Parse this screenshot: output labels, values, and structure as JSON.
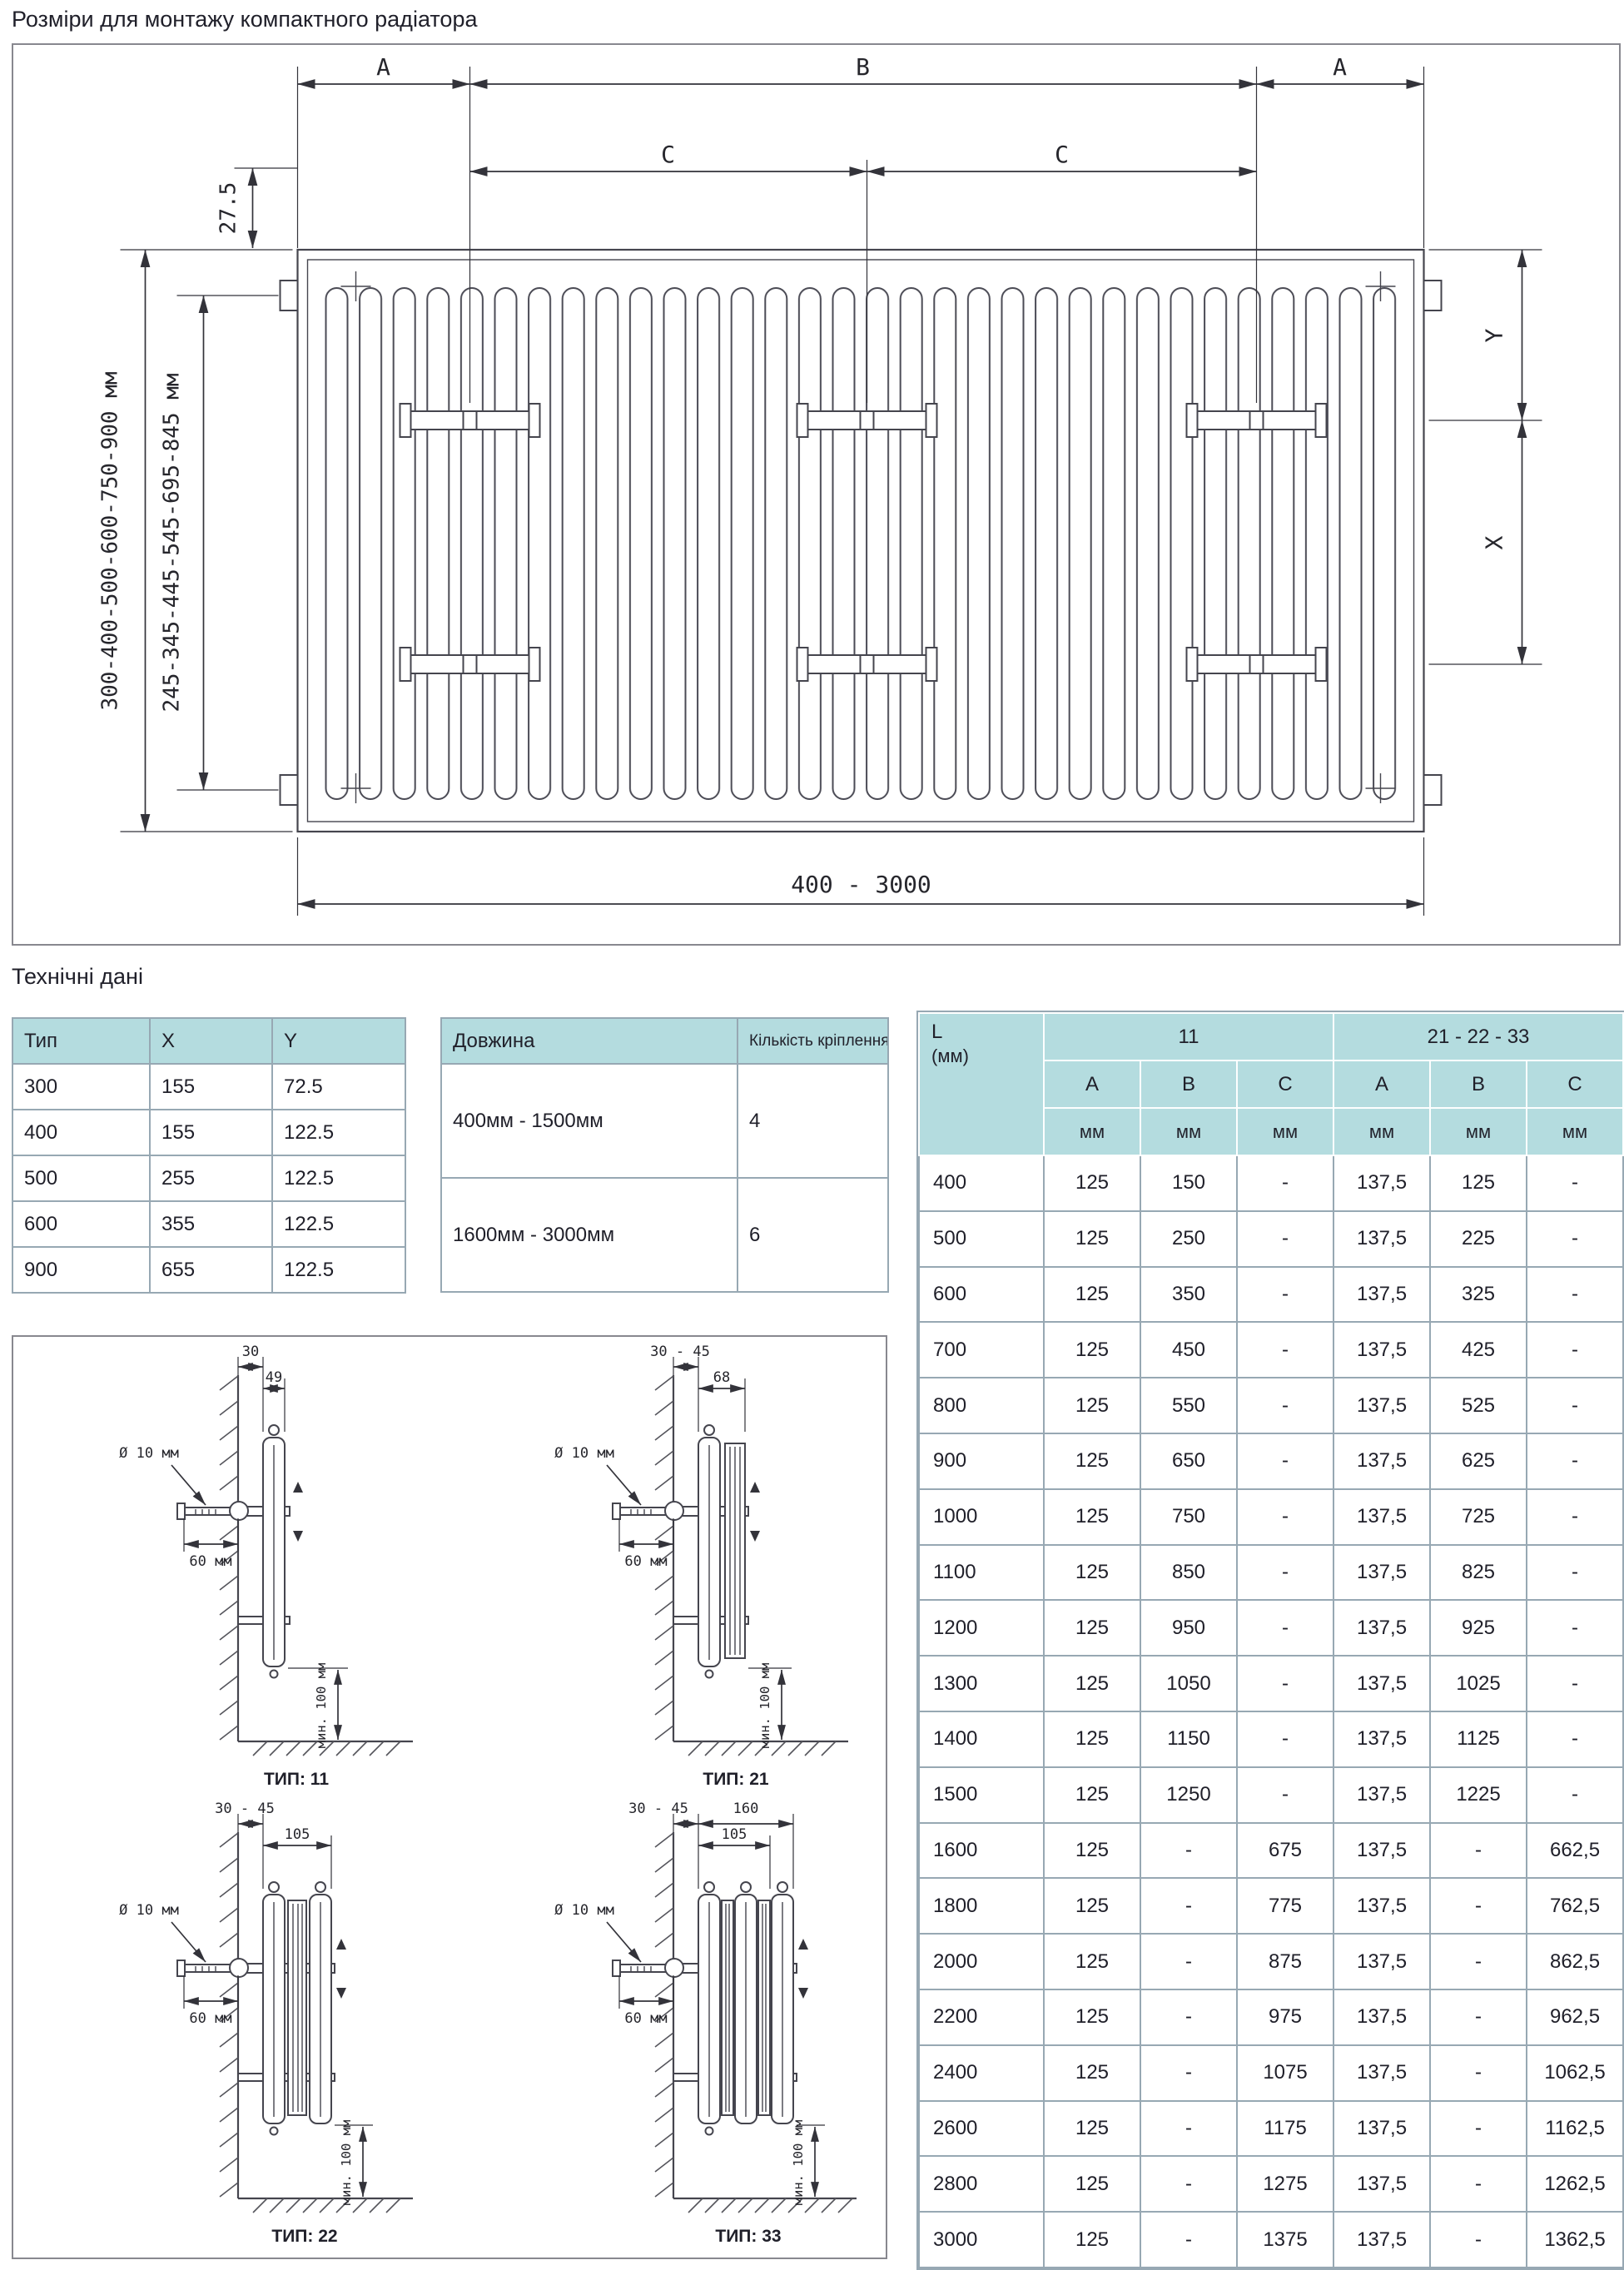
{
  "page": {
    "title": "Розміри для монтажу компактного радіатора",
    "tech_heading": "Технічні дані"
  },
  "drawing": {
    "dim_a_left": "A",
    "dim_b": "B",
    "dim_a_right": "A",
    "dim_c_left": "C",
    "dim_c_right": "C",
    "dim_offset": "27.5",
    "dim_heights_outer": "300-400-500-600-750-900 мм",
    "dim_heights_inner": "245-345-445-545-695-845 мм",
    "dim_y": "Y",
    "dim_x": "X",
    "dim_length_range": "400 - 3000"
  },
  "type_table": {
    "headers": [
      "Тип",
      "X",
      "Y"
    ],
    "rows": [
      [
        "300",
        "155",
        "72.5"
      ],
      [
        "400",
        "155",
        "122.5"
      ],
      [
        "500",
        "255",
        "122.5"
      ],
      [
        "600",
        "355",
        "122.5"
      ],
      [
        "900",
        "655",
        "122.5"
      ]
    ]
  },
  "fix_table": {
    "headers": [
      "Довжина",
      "Кількість кріплення"
    ],
    "rows": [
      [
        "400мм - 1500мм",
        "4"
      ],
      [
        "1600мм - 3000мм",
        "6"
      ]
    ]
  },
  "main_table": {
    "l_header": "L",
    "l_unit": "(мм)",
    "group_left": "11",
    "group_right": "21 - 22 - 33",
    "col_headers": [
      "A",
      "B",
      "C",
      "A",
      "B",
      "C"
    ],
    "unit": "мм",
    "rows": [
      [
        "400",
        "125",
        "150",
        "-",
        "137,5",
        "125",
        "-"
      ],
      [
        "500",
        "125",
        "250",
        "-",
        "137,5",
        "225",
        "-"
      ],
      [
        "600",
        "125",
        "350",
        "-",
        "137,5",
        "325",
        "-"
      ],
      [
        "700",
        "125",
        "450",
        "-",
        "137,5",
        "425",
        "-"
      ],
      [
        "800",
        "125",
        "550",
        "-",
        "137,5",
        "525",
        "-"
      ],
      [
        "900",
        "125",
        "650",
        "-",
        "137,5",
        "625",
        "-"
      ],
      [
        "1000",
        "125",
        "750",
        "-",
        "137,5",
        "725",
        "-"
      ],
      [
        "1100",
        "125",
        "850",
        "-",
        "137,5",
        "825",
        "-"
      ],
      [
        "1200",
        "125",
        "950",
        "-",
        "137,5",
        "925",
        "-"
      ],
      [
        "1300",
        "125",
        "1050",
        "-",
        "137,5",
        "1025",
        "-"
      ],
      [
        "1400",
        "125",
        "1150",
        "-",
        "137,5",
        "1125",
        "-"
      ],
      [
        "1500",
        "125",
        "1250",
        "-",
        "137,5",
        "1225",
        "-"
      ],
      [
        "1600",
        "125",
        "-",
        "675",
        "137,5",
        "-",
        "662,5"
      ],
      [
        "1800",
        "125",
        "-",
        "775",
        "137,5",
        "-",
        "762,5"
      ],
      [
        "2000",
        "125",
        "-",
        "875",
        "137,5",
        "-",
        "862,5"
      ],
      [
        "2200",
        "125",
        "-",
        "975",
        "137,5",
        "-",
        "962,5"
      ],
      [
        "2400",
        "125",
        "-",
        "1075",
        "137,5",
        "-",
        "1062,5"
      ],
      [
        "2600",
        "125",
        "-",
        "1175",
        "137,5",
        "-",
        "1162,5"
      ],
      [
        "2800",
        "125",
        "-",
        "1275",
        "137,5",
        "-",
        "1262,5"
      ],
      [
        "3000",
        "125",
        "-",
        "1375",
        "137,5",
        "-",
        "1362,5"
      ]
    ]
  },
  "install": {
    "d11": {
      "label": "ТИП: 11",
      "gap": "30",
      "depth": "49",
      "anchor_dia": "Ø 10 мм",
      "anchor_len": "60 мм",
      "floor_min": "мин. 100 мм"
    },
    "d21": {
      "label": "ТИП: 21",
      "gap": "30 - 45",
      "depth": "68",
      "anchor_dia": "Ø 10 мм",
      "anchor_len": "60 мм",
      "floor_min": "мин. 100 мм"
    },
    "d22": {
      "label": "ТИП: 22",
      "gap": "30 - 45",
      "depth": "105",
      "anchor_dia": "Ø 10 мм",
      "anchor_len": "60 мм",
      "floor_min": "мин. 100 мм"
    },
    "d33": {
      "label": "ТИП: 33",
      "gap": "30 - 45",
      "depth": "160",
      "depth2": "105",
      "anchor_dia": "Ø 10 мм",
      "anchor_len": "60 мм",
      "floor_min": "мин. 100 мм"
    }
  }
}
